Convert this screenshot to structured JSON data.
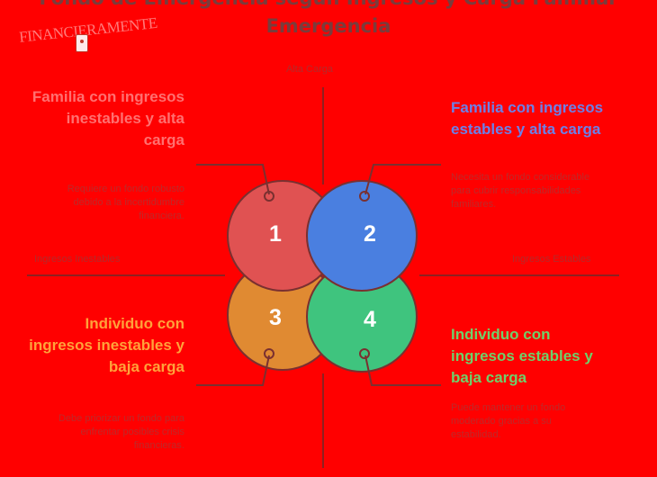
{
  "title": {
    "line1": "Fondo de Emergencia según Ingresos y Carga Familiar",
    "line2": "Emergencia"
  },
  "logo": {
    "text": "FINANCIERAMENTE"
  },
  "axes": {
    "top": "Alta Carga",
    "left": "Ingresos Inestables",
    "right": "Ingresos Estables"
  },
  "quadrants": [
    {
      "number": "1",
      "heading": "Familia con ingresos inestables y alta carga",
      "description": "Requiere un fondo robusto debido a la incertidumbre financiera.",
      "color": "#e05252",
      "heading_color": "#ff7070"
    },
    {
      "number": "2",
      "heading": "Familia con ingresos estables y alta carga",
      "description": "Necesita un fondo considerable para cubrir responsabilidades familiares.",
      "color": "#4a7fe0",
      "heading_color": "#6c80e8"
    },
    {
      "number": "3",
      "heading": "Individuo con ingresos inestables y baja carga",
      "description": "Debe priorizar un fondo para enfrentar posibles crisis financieras.",
      "color": "#e08a32",
      "heading_color": "#ffa23a"
    },
    {
      "number": "4",
      "heading": "Individuo con ingresos estables y baja carga",
      "description": "Puede mantener un fondo moderado gracias a su estabilidad.",
      "color": "#3fc47e",
      "heading_color": "#6fd06a"
    }
  ]
}
